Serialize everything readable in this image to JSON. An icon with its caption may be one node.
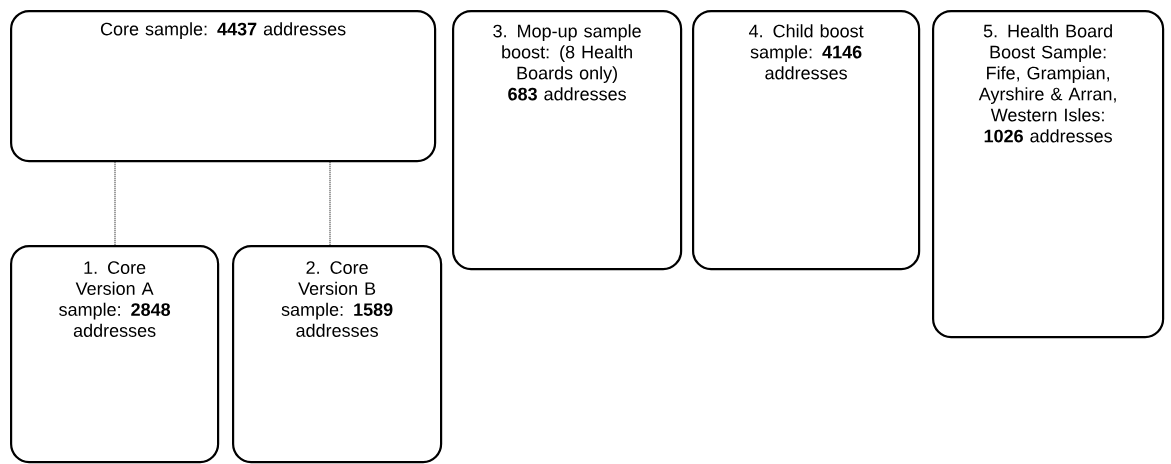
{
  "diagram": {
    "nodes": [
      {
        "text": [
          "Core sample: **4437** addresses"
        ]
      },
      {
        "text": [
          "1.  Core Version A sample: **2848** addresses"
        ]
      },
      {
        "text": [
          "2.  Core Version B sample: **1589** addresses"
        ]
      },
      {
        "text": [
          "3.  Mop-up sample boost: (8 Health Boards only) **683** addresses"
        ]
      },
      {
        "text": [
          "4.  Child boost sample: **4146** addresses"
        ]
      },
      {
        "text": [
          "5.  Health Board Boost Sample: Fife, Grampian, Ayrshire & Arran, Western Isles: **1026** addresses"
        ]
      }
    ],
    "edges": [
      {
        "from": 0,
        "to": 1,
        "arrow": "none",
        "style": "dashed"
      },
      {
        "from": 0,
        "to": 2,
        "arrow": "none",
        "style": "dashed"
      }
    ]
  }
}
